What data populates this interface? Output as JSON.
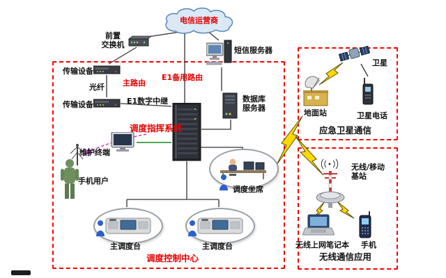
{
  "labels": {
    "telecom_operator": "电信运营商",
    "front_switch": "前置\n交换机",
    "transmission_1": "传输设备",
    "transmission_2": "传输设备",
    "fiber": "光纤",
    "main_route": "主路由",
    "e1_backup_route": "E1备用路由",
    "e1_trunk": "E1数字中继",
    "sms_server": "短信服务器",
    "db_server": "数据库\n服务器",
    "dispatch_system": "调度指挥系统",
    "maintenance_terminal": "维护终端",
    "mobile_user": "手机用户",
    "dispatch_seat": "调度坐席",
    "main_console_1": "主调度台",
    "main_console_2": "主调度台",
    "dispatch_center": "调度控制中心",
    "satellite": "卫星",
    "ground_station": "地面站",
    "satellite_phone": "卫星电话",
    "satellite_section": "应急卫星通信",
    "base_station": "无线/移动\n基站",
    "wireless_laptop": "无线上网笔记本",
    "mobile_phone": "手机",
    "wireless_section": "无线通信应用"
  },
  "colors": {
    "box_border": "#ff0000",
    "red_text": "#e60000",
    "wire": "#333333",
    "green_wire": "#15891f",
    "dashed_arrow": "#c42ac4",
    "lightning": "#ffd800",
    "cloud_fill": "#dbe8f6",
    "cloud_stroke": "#5b87b8"
  }
}
